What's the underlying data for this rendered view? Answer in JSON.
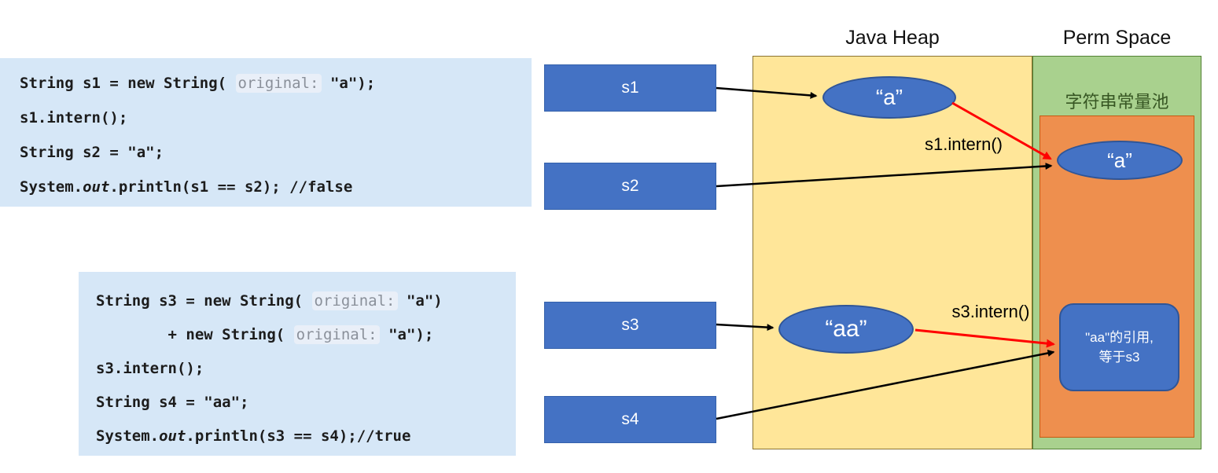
{
  "code1": {
    "l1_pre": "String s1 = new String( ",
    "l1_hint": "original:",
    "l1_post": " \"a\");",
    "l2": "s1.intern();",
    "l3": "String s2 = \"a\";",
    "l4_a": "System.",
    "l4_b": "out",
    "l4_c": ".println(s1 == s2); //false"
  },
  "code2": {
    "l1_pre": "String s3 = new String( ",
    "l1_hint": "original:",
    "l1_post": " \"a\")",
    "l2_indent": "        + new String( ",
    "l2_hint": "original:",
    "l2_post": " \"a\");",
    "l3": "s3.intern();",
    "l4": "String s4 = \"aa\";",
    "l5_a": "System.",
    "l5_b": "out",
    "l5_c": ".println(s3 == s4);//true"
  },
  "references": {
    "s1": "s1",
    "s2": "s2",
    "s3": "s3",
    "s4": "s4"
  },
  "diagram": {
    "heap_title": "Java Heap",
    "perm_title": "Perm Space",
    "pool_title": "字符串常量池",
    "heap_a": "“a”",
    "perm_a": "“a”",
    "heap_aa": "“aa”",
    "pool_ref_line1": "\"aa\"的引用,",
    "pool_ref_line2": "等于s3",
    "intern1_label": "s1.intern()",
    "intern2_label": "s3.intern()"
  },
  "colors": {
    "reference_box_blue": "#4472c4",
    "heap_yellow": "#ffe699",
    "perm_green": "#a9d18e",
    "pool_orange": "#ee8f4e",
    "code_background_blue": "#d6e7f7",
    "arrow_red": "#ff0000",
    "arrow_black": "#000000"
  }
}
